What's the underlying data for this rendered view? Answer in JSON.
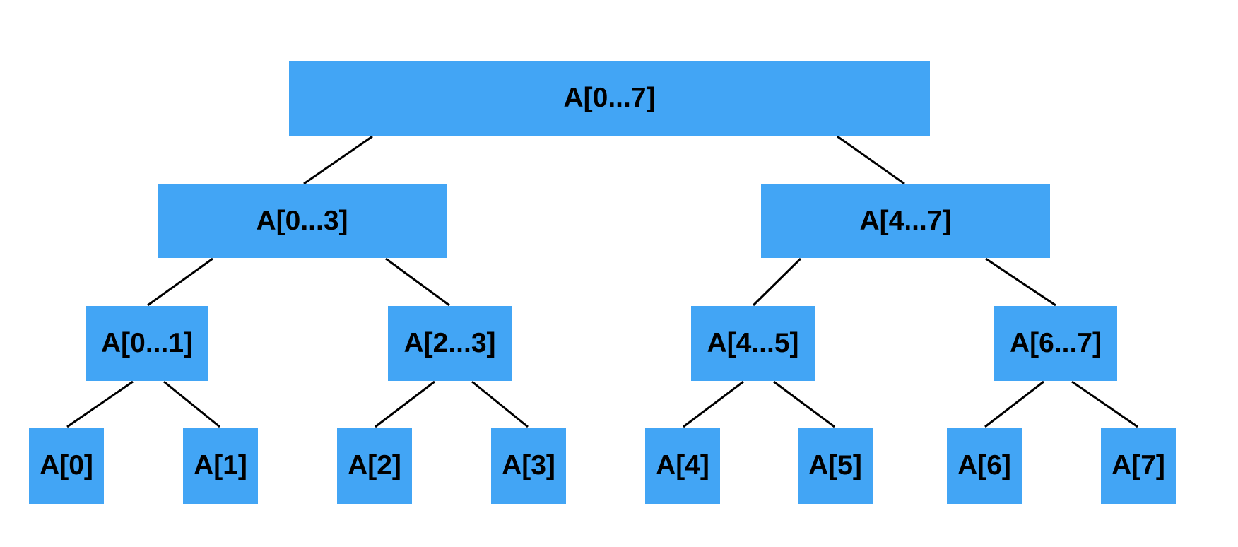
{
  "diagram": {
    "kind": "binary-recursion-tree",
    "colors": {
      "node_fill": "#42A5F5",
      "node_text": "#000000",
      "edge_stroke": "#000000",
      "background": "#FFFFFF"
    },
    "nodes": {
      "n07": {
        "label": "A[0...7]",
        "level": 1
      },
      "n03": {
        "label": "A[0...3]",
        "level": 2
      },
      "n47": {
        "label": "A[4...7]",
        "level": 2
      },
      "n01": {
        "label": "A[0...1]",
        "level": 3
      },
      "n23": {
        "label": "A[2...3]",
        "level": 3
      },
      "n45": {
        "label": "A[4...5]",
        "level": 3
      },
      "n67": {
        "label": "A[6...7]",
        "level": 3
      },
      "a0": {
        "label": "A[0]",
        "level": 4
      },
      "a1": {
        "label": "A[1]",
        "level": 4
      },
      "a2": {
        "label": "A[2]",
        "level": 4
      },
      "a3": {
        "label": "A[3]",
        "level": 4
      },
      "a4": {
        "label": "A[4]",
        "level": 4
      },
      "a5": {
        "label": "A[5]",
        "level": 4
      },
      "a6": {
        "label": "A[6]",
        "level": 4
      },
      "a7": {
        "label": "A[7]",
        "level": 4
      }
    },
    "edges": [
      {
        "from": "A[0...7]",
        "to": "A[0...3]"
      },
      {
        "from": "A[0...7]",
        "to": "A[4...7]"
      },
      {
        "from": "A[0...3]",
        "to": "A[0...1]"
      },
      {
        "from": "A[0...3]",
        "to": "A[2...3]"
      },
      {
        "from": "A[4...7]",
        "to": "A[4...5]"
      },
      {
        "from": "A[4...7]",
        "to": "A[6...7]"
      },
      {
        "from": "A[0...1]",
        "to": "A[0]"
      },
      {
        "from": "A[0...1]",
        "to": "A[1]"
      },
      {
        "from": "A[2...3]",
        "to": "A[2]"
      },
      {
        "from": "A[2...3]",
        "to": "A[3]"
      },
      {
        "from": "A[4...5]",
        "to": "A[4]"
      },
      {
        "from": "A[4...5]",
        "to": "A[5]"
      },
      {
        "from": "A[6...7]",
        "to": "A[6]"
      },
      {
        "from": "A[6...7]",
        "to": "A[7]"
      }
    ]
  }
}
